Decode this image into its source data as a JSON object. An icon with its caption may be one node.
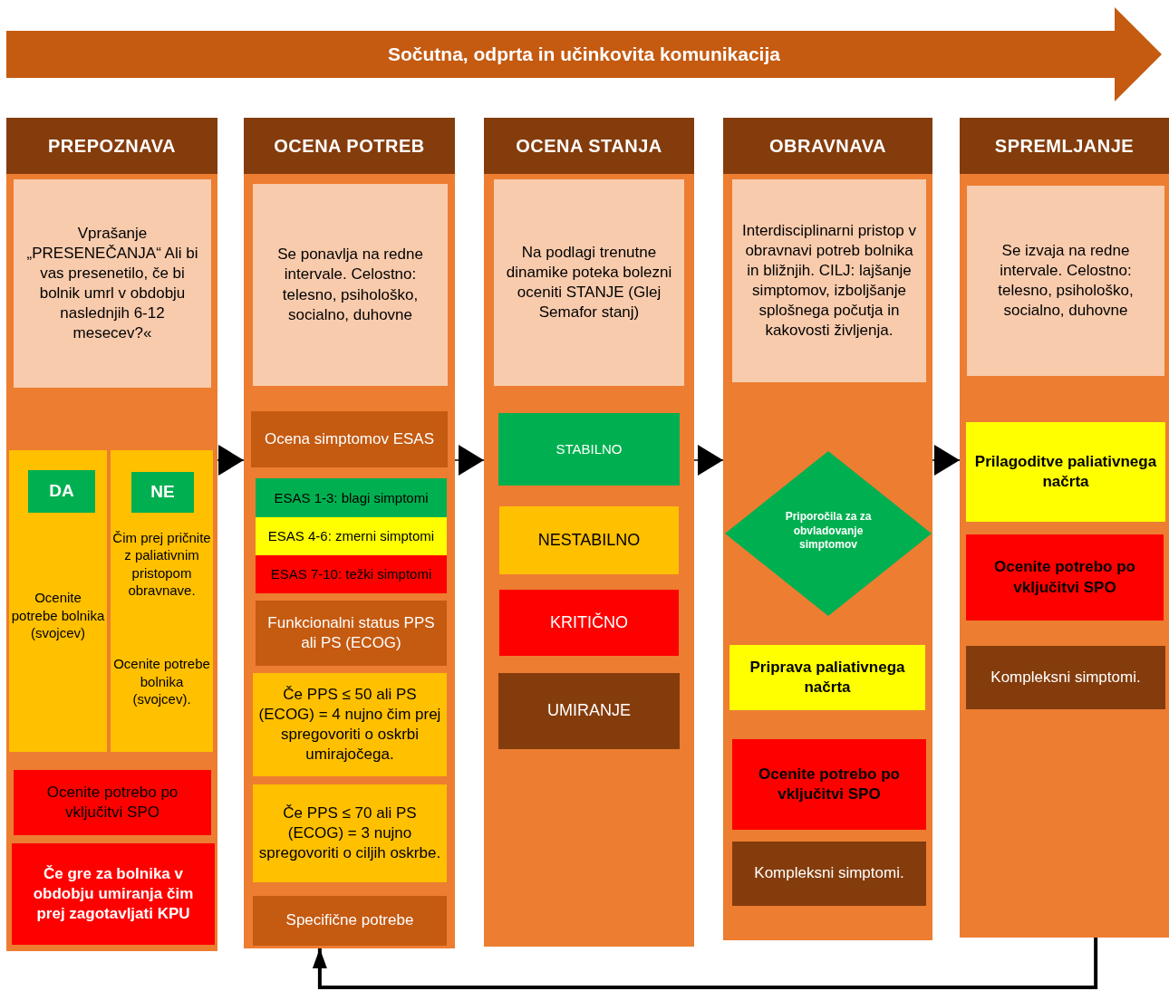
{
  "diagram": {
    "nodes": [
      {
        "text": [
          "Sočutna, odprta in učinkovita komunikacija"
        ]
      },
      {
        "text": [
          "PREPOZNAVA"
        ]
      },
      {
        "text": [
          "Vprašanje „PRESENEČANJA“ Ali bi vas presenetilo, če bi bolnik umrl v obdobju naslednjih 6-12 mesecev?«"
        ],
        "in": 1
      },
      {
        "text": [
          "Ocenite potrebe bolnika (svojcev)"
        ],
        "in": 1
      },
      {
        "text": [
          "DA"
        ],
        "in": 3
      },
      {
        "text": [
          "Čim prej pričnite z paliativnim pristopom obravnave.",
          "Ocenite potrebe bolnika (svojcev)."
        ],
        "in": 1
      },
      {
        "text": [
          "NE"
        ],
        "in": 5
      },
      {
        "text": [
          "Ocenite potrebo po vključitvi SPO"
        ],
        "in": 1
      },
      {
        "text": [
          "Če gre za bolnika v obdobju umiranja čim prej zagotavljati KPU"
        ],
        "in": 1
      },
      {
        "text": [
          "OCENA POTREB"
        ]
      },
      {
        "text": [
          "Se ponavlja na redne intervale. Celostno: telesno, psihološko, socialno, duhovne"
        ],
        "in": 9
      },
      {
        "text": [
          "Ocena simptomov ESAS"
        ],
        "in": 9
      },
      {
        "text": [
          "ESAS 1-3: blagi simptomi"
        ],
        "in": 9
      },
      {
        "text": [
          "ESAS 4-6: zmerni simptomi"
        ],
        "in": 9
      },
      {
        "text": [
          "ESAS 7-10: težki simptomi"
        ],
        "in": 9
      },
      {
        "text": [
          "Funkcionalni status PPS ali PS (ECOG)"
        ],
        "in": 9
      },
      {
        "text": [
          "Če PPS ≤ 50 ali PS (ECOG) = 4 nujno čim prej spregovoriti o oskrbi umirajočega."
        ],
        "in": 9
      },
      {
        "text": [
          "Če PPS ≤ 70 ali PS (ECOG) = 3 nujno spregovoriti o ciljih oskrbe."
        ],
        "in": 9
      },
      {
        "text": [
          "Specifične potrebe"
        ],
        "in": 9
      },
      {
        "text": [
          "OCENA STANJA"
        ]
      },
      {
        "text": [
          "Na podlagi trenutne dinamike poteka bolezni oceniti STANJE (Glej Semafor stanj)"
        ],
        "in": 19
      },
      {
        "text": [
          "STABILNO"
        ],
        "in": 19
      },
      {
        "text": [
          "NESTABILNO"
        ],
        "in": 19
      },
      {
        "text": [
          "KRITIČNO"
        ],
        "in": 19
      },
      {
        "text": [
          "UMIRANJE"
        ],
        "in": 19
      },
      {
        "text": [
          "OBRAVNAVA"
        ]
      },
      {
        "text": [
          "Interdisciplinarni pristop v obravnavi potreb bolnika in bližnjih. CILJ: lajšanje simptomov, izboljšanje splošnega počutja in kakovosti življenja."
        ],
        "in": 25
      },
      {
        "text": [
          "Priporočila za za obvladovanje simptomov"
        ],
        "in": 25
      },
      {
        "text": [
          "Priprava paliativnega načrta"
        ],
        "in": 25
      },
      {
        "text": [
          "Ocenite potrebo po vključitvi SPO"
        ],
        "in": 25
      },
      {
        "text": [
          "Kompleksni simptomi."
        ],
        "in": 25
      },
      {
        "text": [
          "SPREMLJANJE"
        ]
      },
      {
        "text": [
          "Se izvaja na redne intervale. Celostno: telesno, psihološko, socialno, duhovne"
        ],
        "in": 31
      },
      {
        "text": [
          "Prilagoditve paliativnega načrta"
        ],
        "in": 31
      },
      {
        "text": [
          "Ocenite potrebo po vključitvi SPO"
        ],
        "in": 31
      },
      {
        "text": [
          "Kompleksni simptomi."
        ],
        "in": 31
      }
    ],
    "edges": [
      {
        "from": 1,
        "to": 9,
        "arrow": "to"
      },
      {
        "from": 9,
        "to": 19,
        "arrow": "to"
      },
      {
        "from": 19,
        "to": 25,
        "arrow": "to"
      },
      {
        "from": 25,
        "to": 31,
        "arrow": "to"
      },
      {
        "from": 31,
        "to": 9,
        "arrow": "to",
        "style": "thick"
      }
    ]
  }
}
